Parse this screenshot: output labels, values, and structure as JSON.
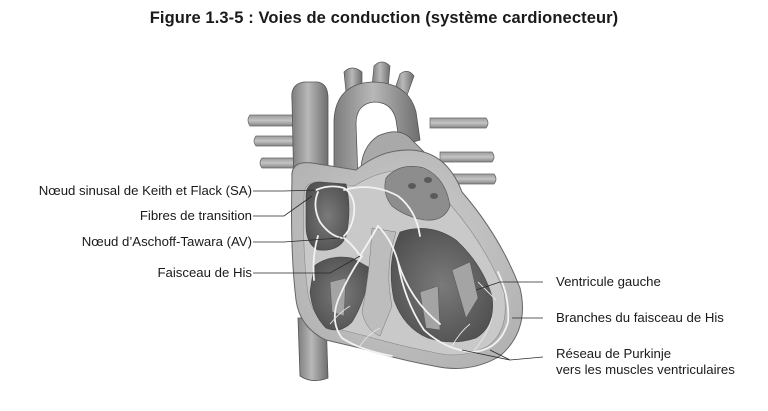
{
  "title": "Figure 1.3-5 : Voies de conduction (système cardionecteur)",
  "labels": {
    "sa_node": "Nœud sinusal de Keith et Flack (SA)",
    "transition_fibers": "Fibres de transition",
    "av_node": "Nœud d’Aschoff-Tawara (AV)",
    "his_bundle": "Faisceau de His",
    "left_ventricle": "Ventricule gauche",
    "bundle_branches": "Branches du faisceau de His",
    "purkinje_line1": "Réseau de Purkinje",
    "purkinje_line2": "vers les muscles ventriculaires"
  }
}
